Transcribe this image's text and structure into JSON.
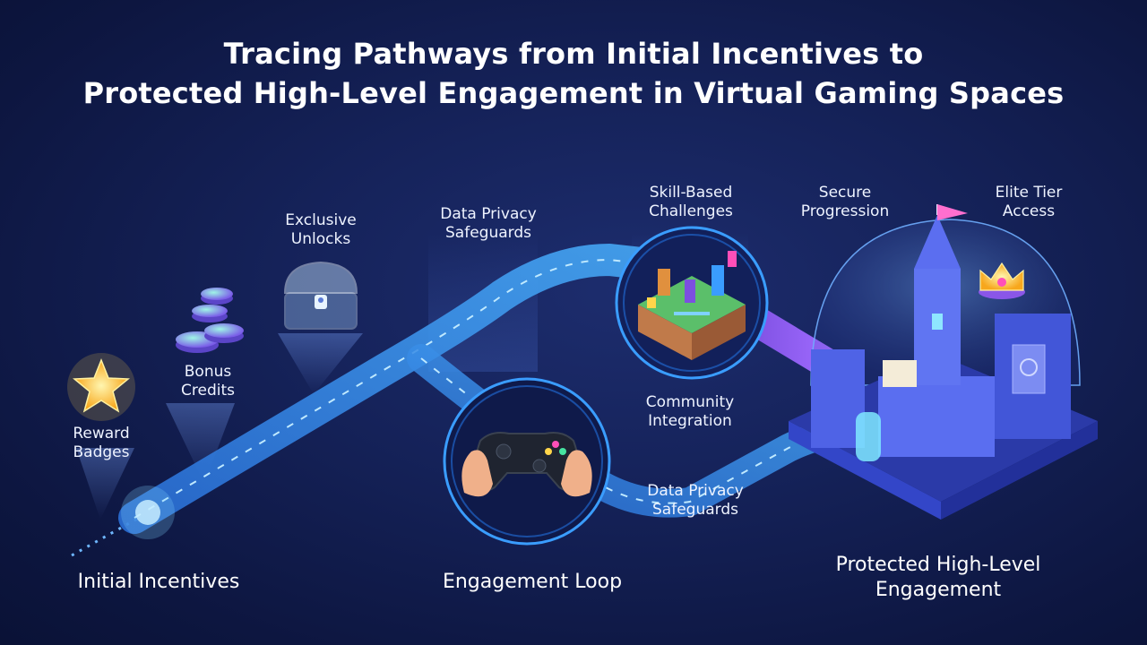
{
  "title": {
    "line1": "Tracing Pathways from Initial Incentives to",
    "line2": "Protected High-Level Engagement in Virtual Gaming Spaces"
  },
  "incentives": [
    {
      "line1": "Reward",
      "line2": "Badges",
      "icon": "star-badge-icon"
    },
    {
      "line1": "Bonus",
      "line2": "Credits",
      "icon": "coins-icon"
    },
    {
      "line1": "Exclusive",
      "line2": "Unlocks",
      "icon": "treasure-chest-icon"
    }
  ],
  "labels": {
    "privacy_top": {
      "line1": "Data Privacy",
      "line2": "Safeguards"
    },
    "skill": {
      "line1": "Skill-Based",
      "line2": "Challenges"
    },
    "community": {
      "line1": "Community",
      "line2": "Integration"
    },
    "privacy_bottom": {
      "line1": "Data Privacy",
      "line2": "Safeguards"
    },
    "secure": {
      "line1": "Secure",
      "line2": "Progression"
    },
    "elite": {
      "line1": "Elite Tier",
      "line2": "Access"
    }
  },
  "stages": {
    "initial": "Initial Incentives",
    "loop": "Engagement Loop",
    "protected": {
      "line1": "Protected High-Level",
      "line2": "Engagement"
    }
  },
  "colors": {
    "background": "#152259",
    "path": "#2f7fe0",
    "path_glow": "#7fd2ff",
    "castle": "#4f63e6",
    "accent_purple": "#8a56e8",
    "accent_gold": "#ffcc33"
  }
}
